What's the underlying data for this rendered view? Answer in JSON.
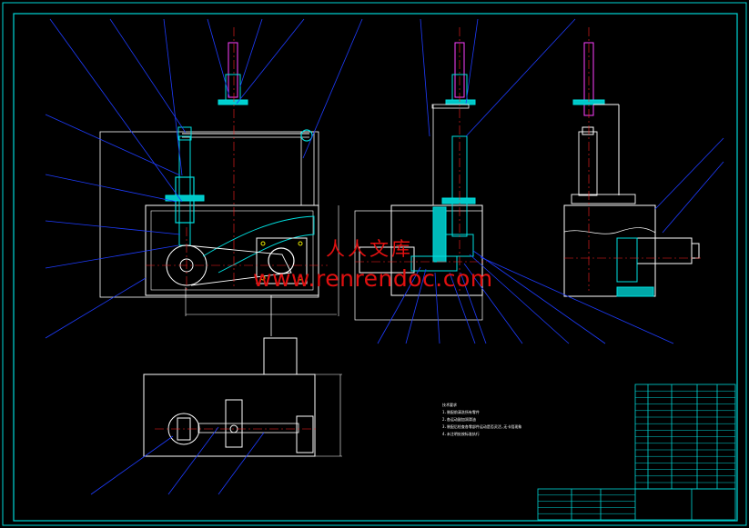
{
  "watermark": {
    "cn_text": "人人文库",
    "url_text": "www.renrendoc.com",
    "color": "#e01010"
  },
  "notes": {
    "title": "技术要求",
    "lines": [
      "1.装配前清洗所有零件",
      "2.各运动副加润滑油",
      "3.装配后检查各零部件运动是否灵活,无卡阻现象",
      "4.未注明处按标准执行"
    ]
  },
  "colors": {
    "background": "#000000",
    "frame": "#00d8d8",
    "outline": "#ffffff",
    "leader": "#1e3cff",
    "center_line": "#ff2020",
    "part_cyan": "#00e0e0",
    "part_yellow": "#e8e800",
    "part_magenta": "#ff40ff",
    "part_green": "#20e020",
    "part_red": "#e02020"
  }
}
